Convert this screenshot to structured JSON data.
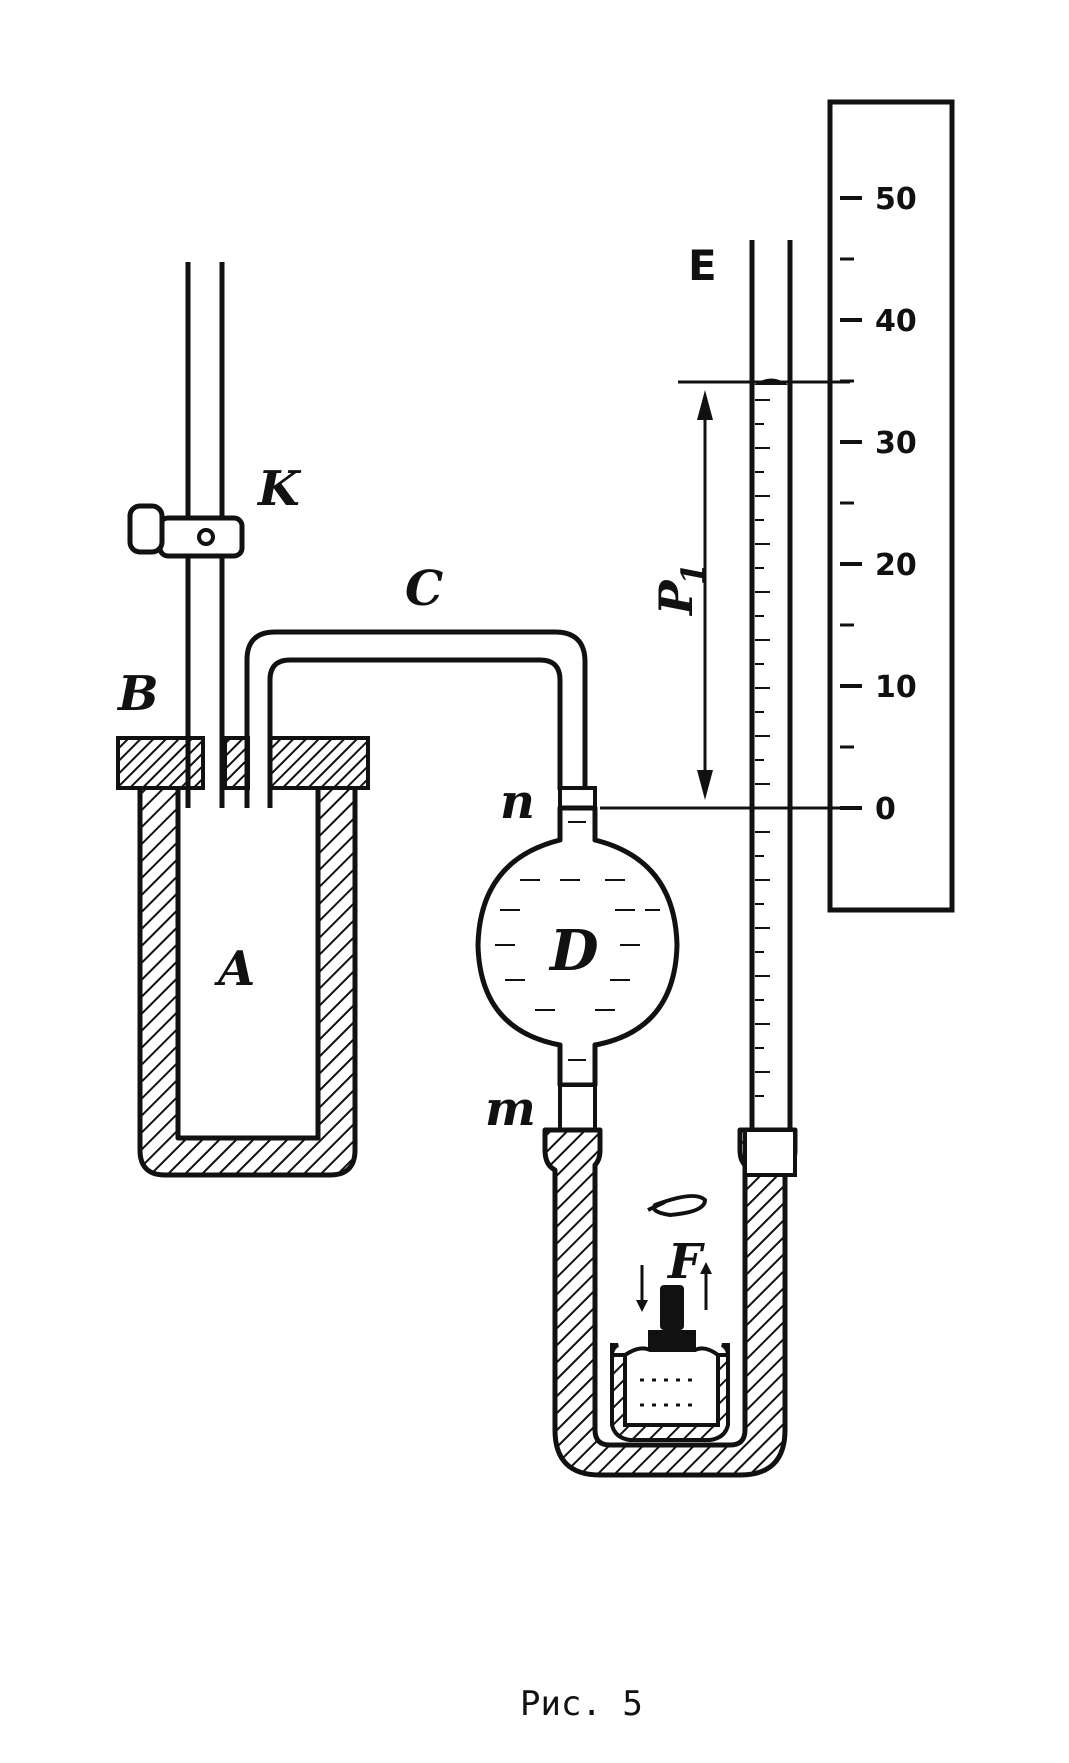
{
  "labels": {
    "K": "K",
    "C": "C",
    "B": "B",
    "A": "A",
    "n": "n",
    "D": "D",
    "m": "m",
    "F": "F",
    "E": "E",
    "P": "P",
    "P_sub": "1"
  },
  "scale": {
    "ticks": [
      "50",
      "40",
      "30",
      "20",
      "10",
      "0"
    ]
  },
  "caption": "Рис. 5",
  "colors": {
    "ink": "#111111",
    "paper": "#ffffff"
  }
}
